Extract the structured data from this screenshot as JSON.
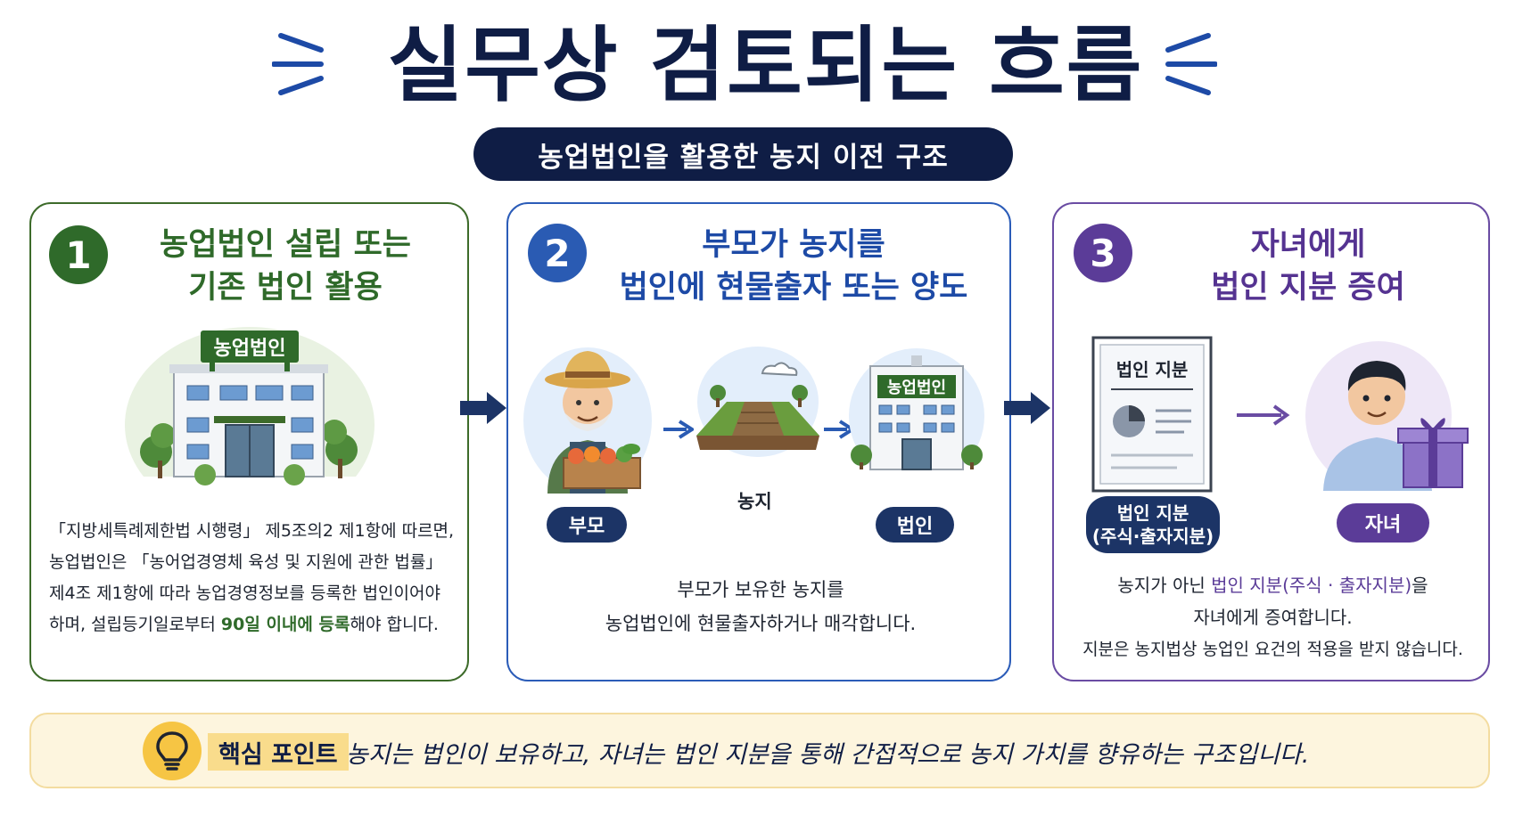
{
  "header": {
    "title": "실무상 검토되는 흐름",
    "subtitle": "농업법인을 활용한 농지 이전 구조"
  },
  "steps": [
    {
      "number": "1",
      "title_line1": "농업법인 설립 또는",
      "title_line2": "기존 법인 활용",
      "building_sign": "농업법인",
      "text_line1": "「지방세특례제한법 시행령」 제5조의2 제1항에 따르면,",
      "text_line2": "농업법인은 「농어업경영체 육성 및 지원에 관한 법률」",
      "text_line3": "제4조 제1항에 따라 농업경영정보를 등록한 법인이어야",
      "text_line4_pre": "하며, 설립등기일로부터 ",
      "text_line4_hl": "90일 이내에 등록",
      "text_line4_post": "해야 합니다."
    },
    {
      "number": "2",
      "title_line1": "부모가 농지를",
      "title_line2": "법인에 현물출자 또는 양도",
      "label_parent": "부모",
      "label_land": "농지",
      "label_corp": "법인",
      "building_sign": "농업법인",
      "text_line1": "부모가 보유한 농지를",
      "text_line2": "농업법인에 현물출자하거나 매각합니다."
    },
    {
      "number": "3",
      "title_line1": "자녀에게",
      "title_line2": "법인 지분 증여",
      "doc_title": "법인 지분",
      "label_share_line1": "법인 지분",
      "label_share_line2": "(주식·출자지분)",
      "label_child": "자녀",
      "text_line1_pre": "농지가 아닌 ",
      "text_line1_hl": "법인 지분(주식 · 출자지분)",
      "text_line1_post": "을",
      "text_line2": "자녀에게 증여합니다.",
      "text_line3": "지분은 농지법상 농업인 요건의 적용을 받지 않습니다."
    }
  ],
  "footer": {
    "key_label": "핵심 포인트",
    "key_text": "농지는 법인이 보유하고, 자녀는 법인 지분을 통해 간접적으로 농지 가치를 향유하는 구조입니다."
  },
  "icons": [
    "arrow-right-icon",
    "lightbulb-icon",
    "building-icon",
    "farmer-icon",
    "farmland-icon",
    "document-icon",
    "person-icon",
    "gift-icon"
  ],
  "colors": {
    "navy": "#0f1d45",
    "green": "#2f6a2a",
    "blue": "#2a5bb3",
    "purple": "#5b3c98",
    "footer_bg": "#fdf5de"
  }
}
